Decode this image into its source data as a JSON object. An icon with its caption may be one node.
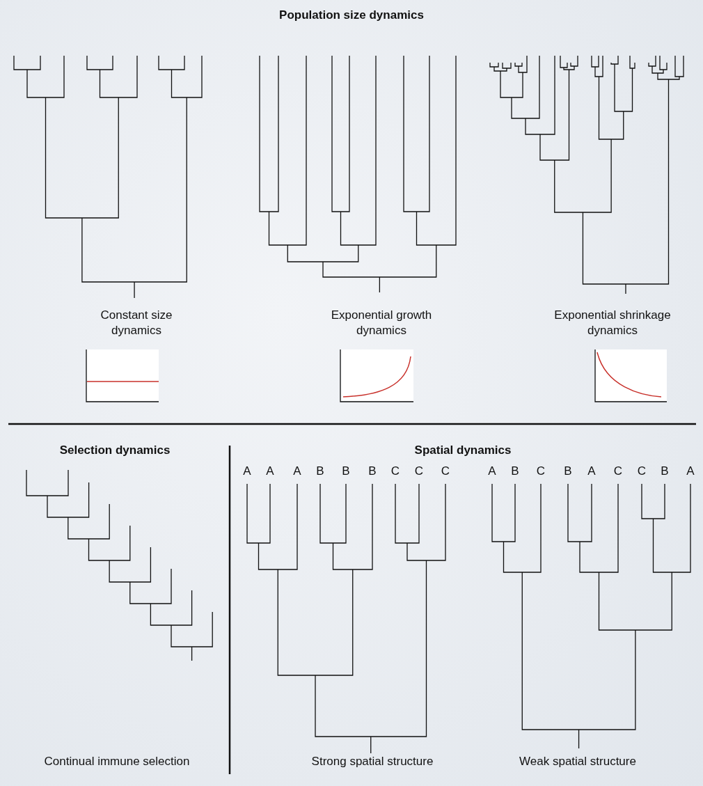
{
  "diagram": {
    "title": "Population size dynamics",
    "labels": [
      "Constant size dynamics",
      "Exponential growth dynamics",
      "Exponential shrinkage dynamics",
      "Selection dynamics",
      "Spatial dynamics",
      "A",
      "A",
      "A",
      "B",
      "B",
      "B",
      "C",
      "C",
      "C",
      "A",
      "B",
      "C",
      "B",
      "A",
      "C",
      "C",
      "B",
      "A",
      "Continual immune selection",
      "Strong spatial structure",
      "Weak spatial structure"
    ]
  }
}
